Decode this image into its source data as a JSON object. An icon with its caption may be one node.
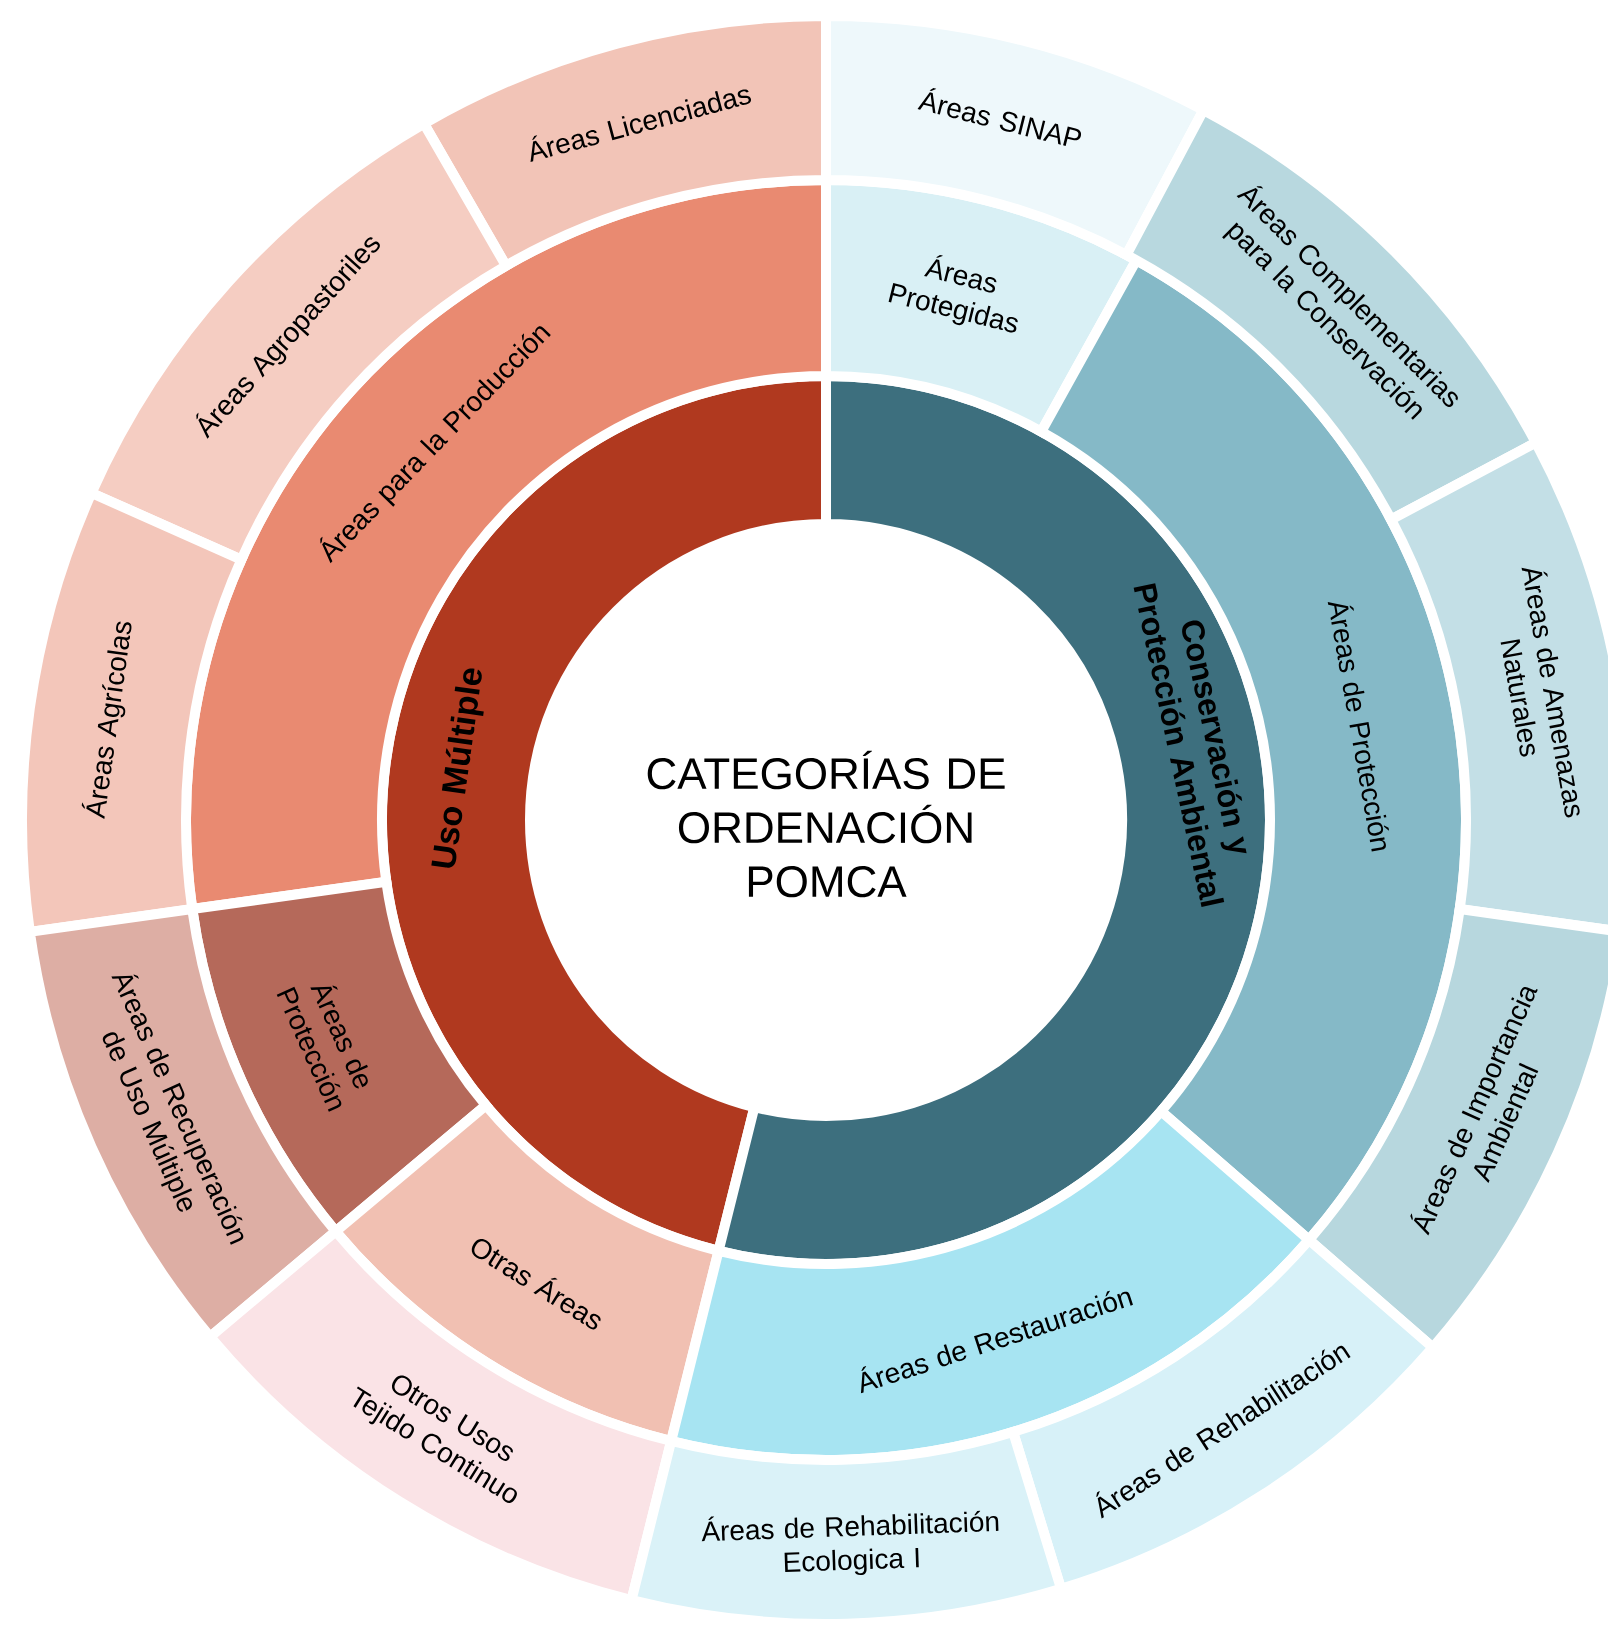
{
  "diagram": {
    "nodes": [
      {
        "text": [
          "CATEGORÍAS DE ORDENACIÓN POMCA"
        ]
      },
      {
        "text": [
          "Uso Múltiple"
        ]
      },
      {
        "text": [
          "Conservación y Protección Ambiental"
        ]
      },
      {
        "text": [
          "Áreas para la Producción"
        ]
      },
      {
        "text": [
          "Áreas de Protección"
        ]
      },
      {
        "text": [
          "Otras Áreas"
        ]
      },
      {
        "text": [
          "Áreas Protegidas"
        ]
      },
      {
        "text": [
          "Áreas de Protección"
        ]
      },
      {
        "text": [
          "Áreas de Restauración"
        ]
      },
      {
        "text": [
          "Áreas Licenciadas"
        ]
      },
      {
        "text": [
          "Áreas Agropastoriles"
        ]
      },
      {
        "text": [
          "Áreas Agrícolas"
        ]
      },
      {
        "text": [
          "Áreas de Recuperación de Uso Múltiple"
        ]
      },
      {
        "text": [
          "Otros Usos Tejido Continuo"
        ]
      },
      {
        "text": [
          "Áreas SINAP"
        ]
      },
      {
        "text": [
          "Áreas Complementarias para la Conservación"
        ]
      },
      {
        "text": [
          "Áreas de Amenazas Naturales"
        ]
      },
      {
        "text": [
          "Áreas de Importancia Ambiental"
        ]
      },
      {
        "text": [
          "Áreas de Rehabilitación"
        ]
      },
      {
        "text": [
          "Áreas de Rehabilitación Ecologica I"
        ]
      }
    ]
  }
}
